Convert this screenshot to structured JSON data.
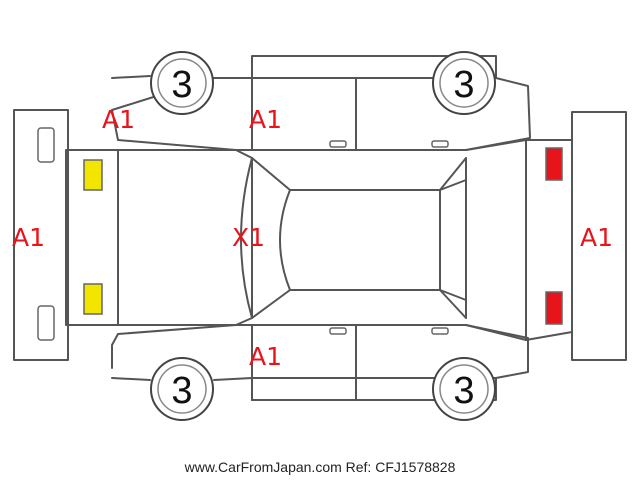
{
  "diagram": {
    "wheels": {
      "front_left": "3",
      "front_right": "3",
      "rear_left": "3",
      "rear_right": "3"
    },
    "marks": {
      "front_bumper": "A1",
      "rear_bumper": "A1",
      "left_front_fender": "A1",
      "left_front_door": "A1",
      "right_front_door": "A1",
      "roof": "X1"
    },
    "colors": {
      "mark_text": "#e8141c",
      "headlight": "#f2e600",
      "taillight": "#e8141c"
    }
  },
  "footer": {
    "text": "www.CarFromJapan.com Ref: CFJ1578828"
  }
}
